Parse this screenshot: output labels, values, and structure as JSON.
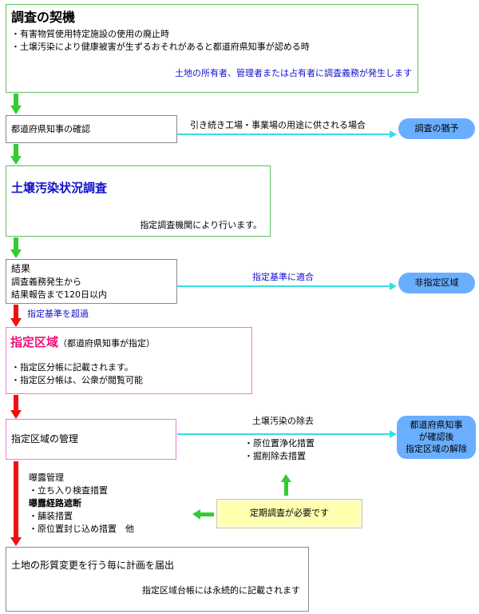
{
  "trigger": {
    "title": "調査の契機",
    "bullet1": "・有害物質使用特定施設の使用の廃止時",
    "bullet2": "・土壌汚染により健康被害が生ずるおそれがあると都道府県知事が認める時",
    "note": "土地の所有者、管理者または占有者に調査義務が発生します"
  },
  "confirm": {
    "label": "都道府県知事の確認",
    "branch_label": "引き続き工場・事業場の用途に供される場合",
    "branch_result": "調査の猶予"
  },
  "survey": {
    "title": "土壌汚染状況調査",
    "note": "指定調査機関により行います。"
  },
  "result": {
    "title": "結果",
    "line1": "調査義務発生から",
    "line2": "結果報告まで120日以内",
    "branch_label": "指定基準に適合",
    "branch_result": "非指定区域",
    "exceed_label": "指定基準を超過"
  },
  "designated": {
    "title": "指定区域",
    "title_note": "（都道府県知事が指定）",
    "bullet1": "・指定区分帳に記載されます。",
    "bullet2": "・指定区分帳は、公衆が閲覧可能"
  },
  "management": {
    "label": "指定区域の管理",
    "removal_label": "土壌汚染の除去",
    "removal_item1": "・原位置浄化措置",
    "removal_item2": "・掘削除去措置",
    "release_line1": "都道府県知事",
    "release_line2": "が確認後",
    "release_line3": "指定区域の解除",
    "exposure_title": "曝露管理",
    "exposure_item1": "・立ち入り検査措置",
    "pathway_title": "曝露経路遮断",
    "pathway_item1": "・舗装措置",
    "pathway_item2": "・原位置封じ込め措置　他",
    "periodic_check": "定期調査が必要です"
  },
  "final": {
    "label": "土地の形質変更を行う毎に計画を届出",
    "note": "指定区域台帳には永続的に記載されます"
  },
  "colors": {
    "green_arrow": "#33cc33",
    "cyan_arrow": "#33e0e0",
    "red_arrow": "#ee1111",
    "blue_text": "#1010cc",
    "pill_blue": "#6aaeff",
    "pink_title": "#ee1177",
    "yellow_box": "#ffffb0"
  }
}
